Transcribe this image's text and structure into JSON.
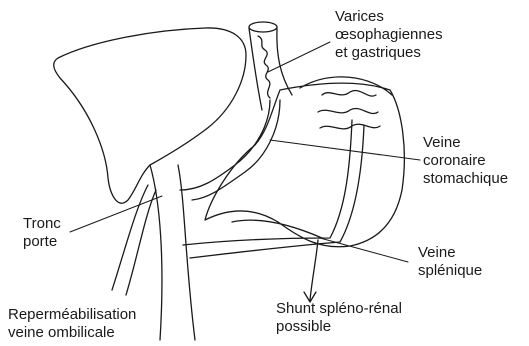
{
  "labels": {
    "varices": "Varices\nœsophagiennes\net gastriques",
    "coronaire": "Veine\ncoronaire\nstomachique",
    "tronc": "Tronc\nporte",
    "splenique": "Veine\nsplénique",
    "shunt": "Shunt spléno-rénal\npossible",
    "repermeab": "Reperméabilisation\nveine ombilicale"
  },
  "colors": {
    "ink": "#1a1a1a",
    "shade": "#bdbdbd",
    "paper": "#ffffff"
  }
}
